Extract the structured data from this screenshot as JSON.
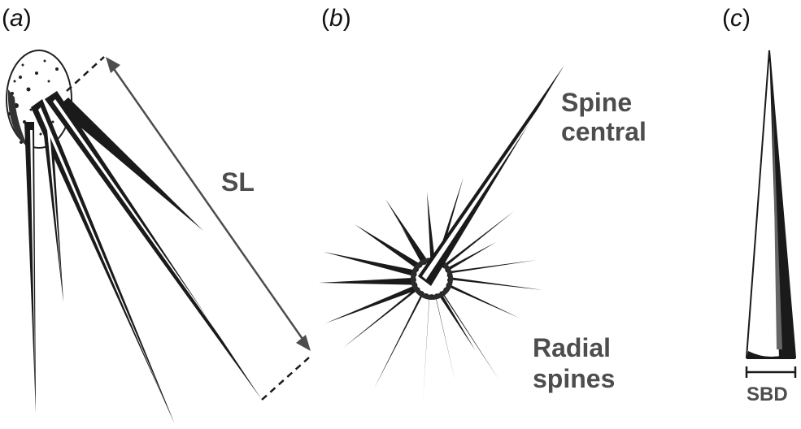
{
  "panels": {
    "a": {
      "label": "a"
    },
    "b": {
      "label": "b"
    },
    "c": {
      "label": "c"
    }
  },
  "labels": {
    "sl": "SL",
    "spine_central_1": "Spine",
    "spine_central_2": "central",
    "radial_1": "Radial",
    "radial_2": "spines",
    "sbd": "SBD"
  },
  "colors": {
    "spine": "#1a1a1a",
    "annotation": "#4d4d4d",
    "areole": "#2b2b2b"
  }
}
